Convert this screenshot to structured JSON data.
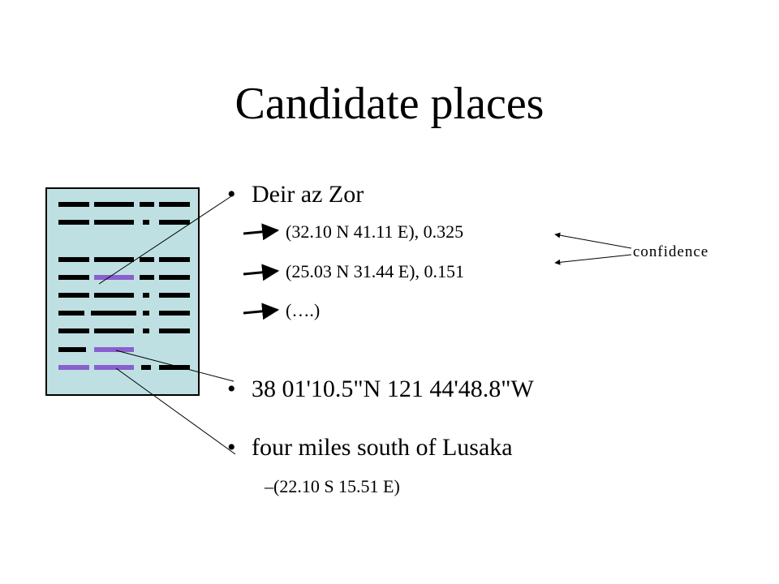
{
  "slide": {
    "title": "Candidate places",
    "bullet_marker": "•",
    "dash_marker": "–",
    "bullets": [
      {
        "text": "Deir az Zor",
        "candidates": [
          "(32.10 N 41.11 E), 0.325",
          "(25.03 N 31.44 E), 0.151",
          "(….)"
        ]
      },
      {
        "text": "38 01'10.5\"N 121 44'48.8\"W"
      },
      {
        "text": "four miles south of Lusaka",
        "sub": "(22.10 S 15.51 E)"
      }
    ],
    "annotation": "confidence",
    "icons": {
      "candidate_arrow": "right-arrow-icon",
      "document": "document-icon"
    },
    "colors": {
      "document_fill": "#bfe0e2",
      "text_lines": "#000000",
      "highlight_lines": "#8a5fd0"
    }
  }
}
